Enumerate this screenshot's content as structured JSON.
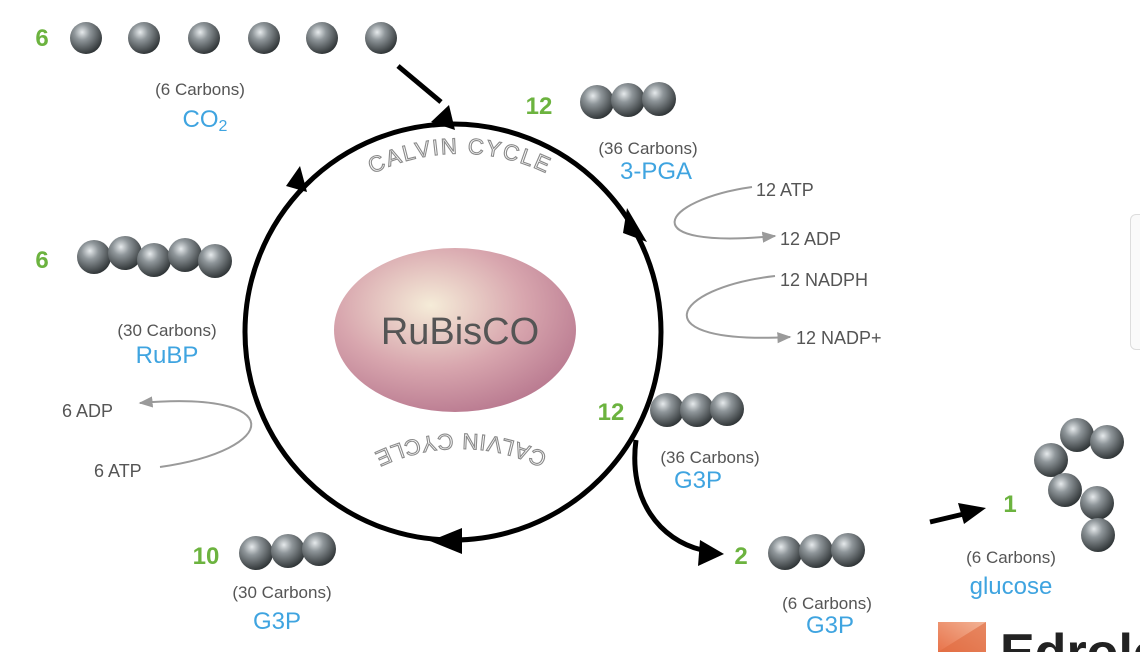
{
  "center_label": "RuBisCO",
  "cycle_label_top": "CALVIN CYCLE",
  "cycle_label_bottom": "CALVIN CYCLE",
  "co2": {
    "count": "6",
    "carbons": "(6 Carbons)",
    "name": "CO",
    "subscript": "2"
  },
  "pga": {
    "count": "12",
    "carbons": "(36 Carbons)",
    "name": "3-PGA"
  },
  "g3p_all": {
    "count": "12",
    "carbons": "(36 Carbons)",
    "name": "G3P"
  },
  "g3p_out": {
    "count": "2",
    "carbons": "(6 Carbons)",
    "name": "G3P"
  },
  "glucose": {
    "count": "1",
    "carbons": "(6 Carbons)",
    "name": "glucose"
  },
  "g3p_recycle": {
    "count": "10",
    "carbons": "(30 Carbons)",
    "name": "G3P"
  },
  "rubp": {
    "count": "6",
    "carbons": "(30 Carbons)",
    "name": "RuBP"
  },
  "energy": {
    "atp_in": "12 ATP",
    "adp_out": "12 ADP",
    "nadph_in": "12 NADPH",
    "nadp_out": "12 NADP+",
    "adp6_out": "6 ADP",
    "atp6_in": "6 ATP"
  },
  "logo": {
    "text": "Edrolo"
  },
  "colors": {
    "count_green": "#6cb33f",
    "molecule_blue": "#3fa4e0",
    "arrow": "#000000",
    "thin_arrow": "#9a9a9a"
  }
}
